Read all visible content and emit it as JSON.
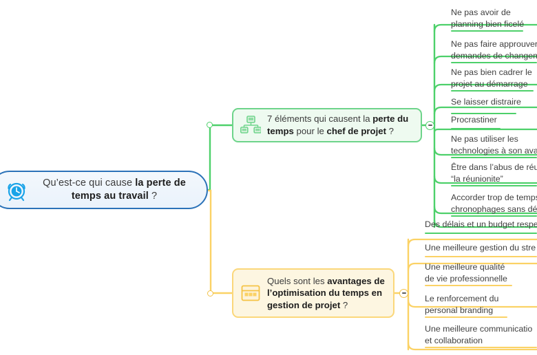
{
  "mindmap": {
    "central": {
      "icon": "alarm-clock-icon",
      "text_prefix": "Qu’est-ce qui cause ",
      "text_bold": "la perte de temps au travail",
      "text_suffix": " ?",
      "full_text": "Qu’est-ce qui cause la perte de temps au travail ?",
      "border_color": "#2b72b8",
      "fill_color": "#eaf2fb",
      "icon_color": "#19a3e8"
    },
    "branches": [
      {
        "id": "branch-green",
        "icon": "org-chart-icon",
        "color": "#4dd06a",
        "border_color": "#6dd48a",
        "fill_color": "#eefaf0",
        "text_line1_plain": "7 éléments qui causent la ",
        "text_line1_bold": "perte du",
        "text_line2_bold_a": "temps",
        "text_line2_plain": " pour le ",
        "text_line2_bold_b": "chef de projet",
        "text_line2_suffix": " ?",
        "full_text": "7 éléments qui causent la perte du temps pour le chef de projet ?",
        "collapse_label": "−",
        "items": [
          {
            "label": "Ne pas avoir de\nplanning bien ficelé"
          },
          {
            "label": "Ne pas faire approuver l\ndemandes de changeme"
          },
          {
            "label": "Ne pas bien cadrer le\nprojet au démarrage"
          },
          {
            "label": "Se laisser distraire"
          },
          {
            "label": "Procrastiner"
          },
          {
            "label": "Ne pas utiliser les\ntechnologies à son avan"
          },
          {
            "label": "Être dans l’abus de réun\n“la réunionite”"
          },
          {
            "label": "Accorder trop de temps\nchronophages sans délé"
          },
          {
            "label": "Des délais et un budget respe"
          }
        ]
      },
      {
        "id": "branch-yellow",
        "icon": "calendar-table-icon",
        "color": "#fbd265",
        "border_color": "#fbd77a",
        "fill_color": "#fdf6e1",
        "text_line1_plain": "Quels sont les ",
        "text_line1_bold": "avantages de",
        "text_line2_bold": "l’optimisation du temps en",
        "text_line3_bold": "gestion de projet",
        "text_line3_suffix": " ?",
        "full_text": "Quels sont les avantages de l’optimisation du temps en gestion de projet ?",
        "collapse_label": "−",
        "items": [
          {
            "label": "Une meilleure gestion du stre"
          },
          {
            "label": "Une meilleure qualité\nde vie professionnelle"
          },
          {
            "label": "Le renforcement du\npersonal branding"
          },
          {
            "label": "Une meilleure communicatio\net collaboration"
          }
        ]
      }
    ]
  }
}
